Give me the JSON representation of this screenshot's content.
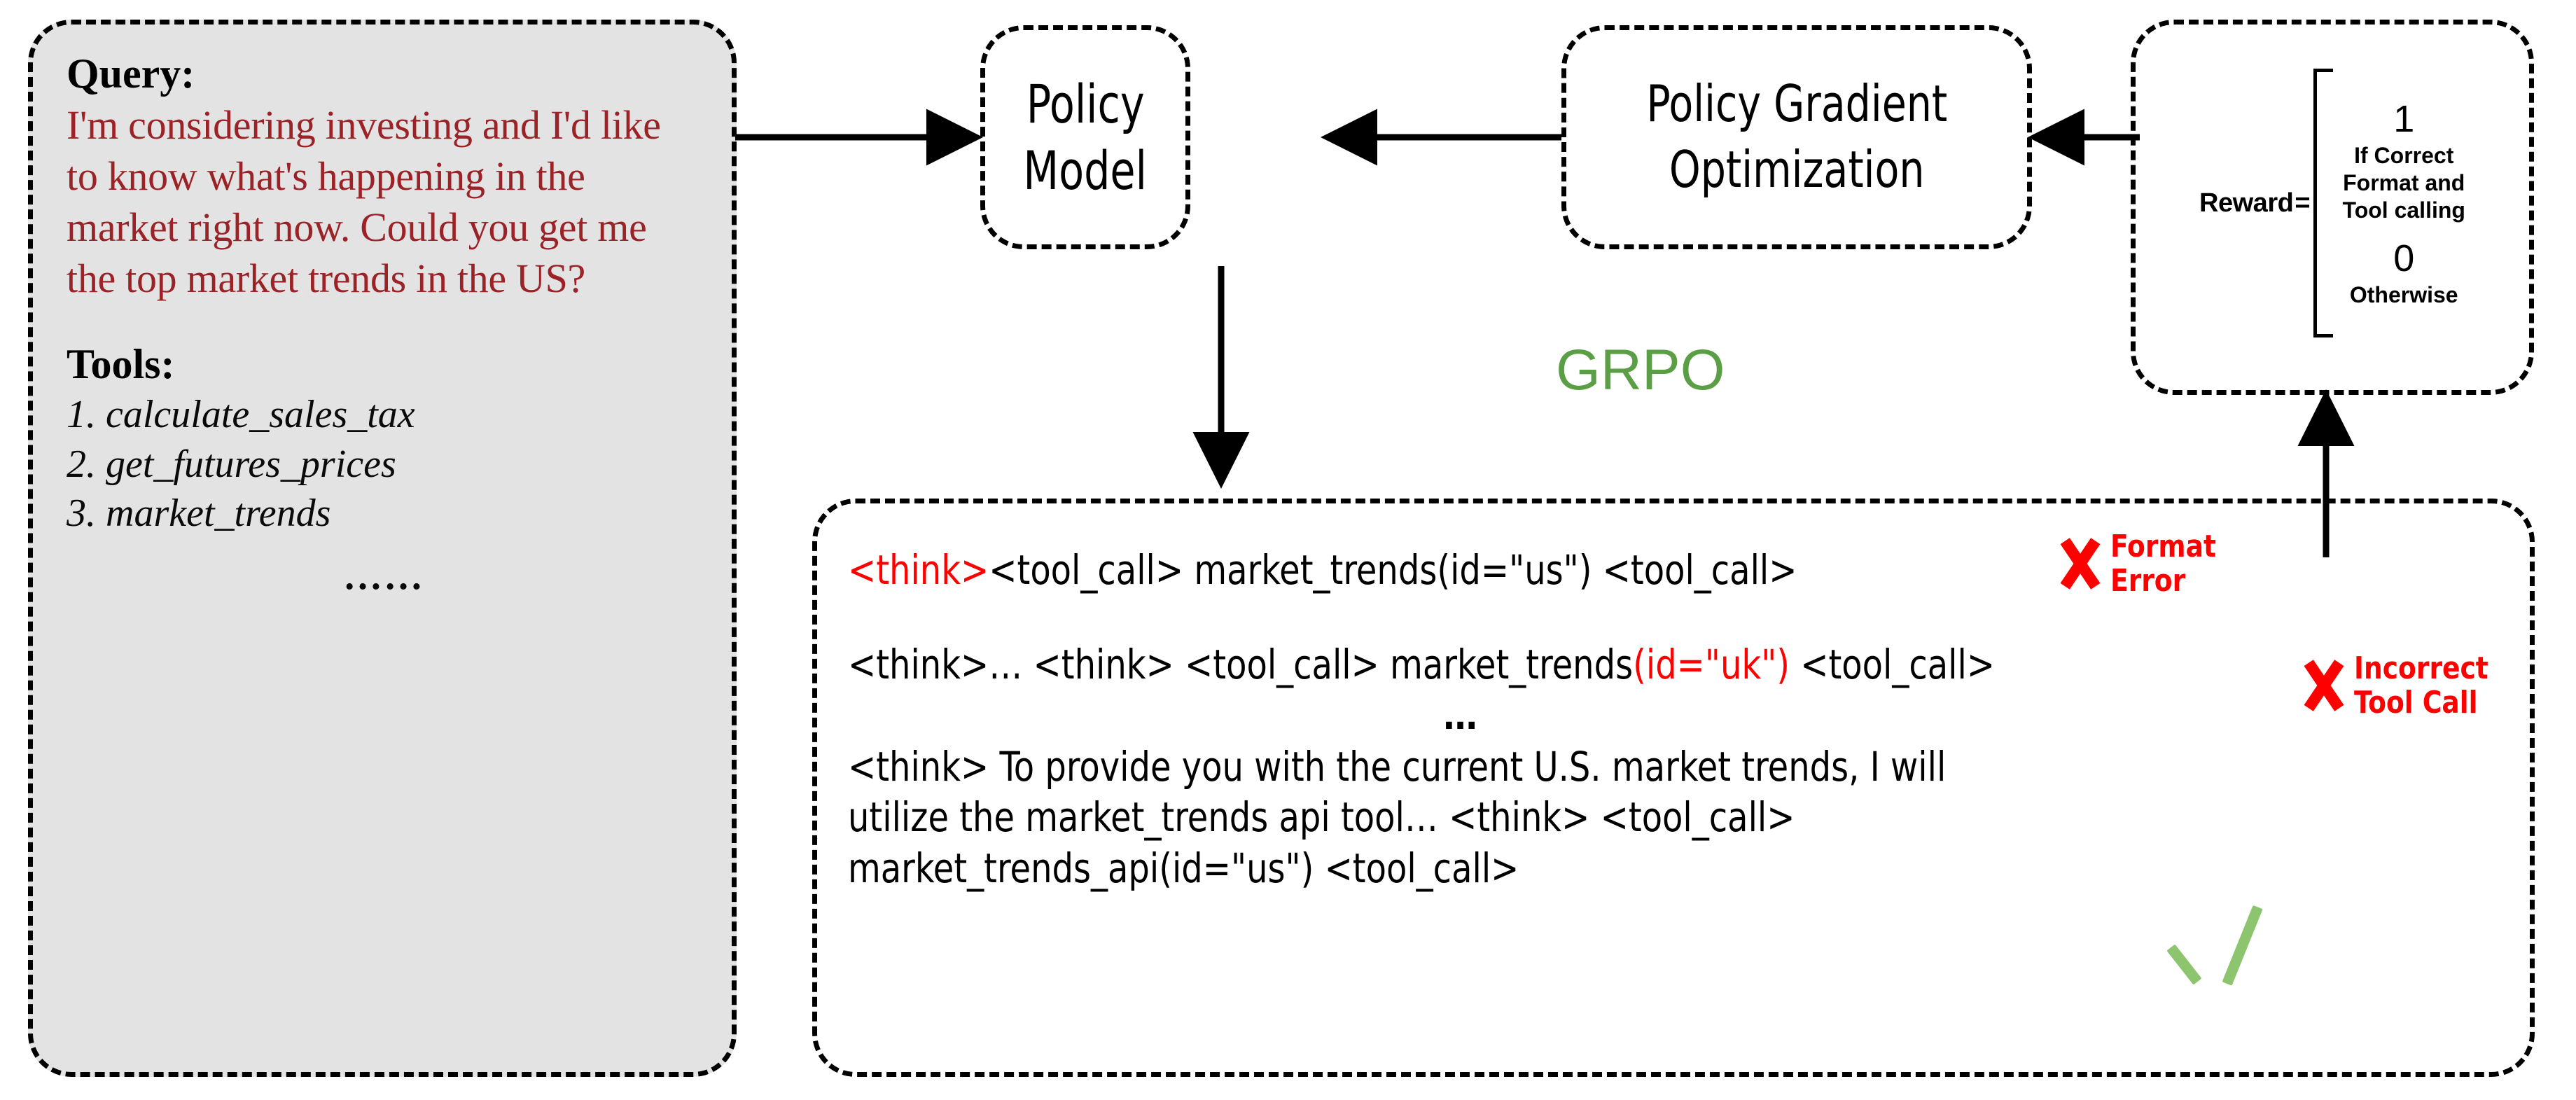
{
  "query_panel": {
    "heading": "Query:",
    "text": "I'm considering investing and I'd like to know what's happening in the market right now. Could you get me the top market trends in the US?",
    "tools_heading": "Tools:",
    "tools": [
      "1. calculate_sales_tax",
      "2. get_futures_prices",
      "3. market_trends"
    ],
    "tools_ellipsis": "……",
    "fill_color": "#e3e3e3",
    "text_color": "#9B2226"
  },
  "policy_model": {
    "line1": "Policy",
    "line2": "Model"
  },
  "policy_gradient": {
    "line1": "Policy Gradient",
    "line2": "Optimization"
  },
  "reward": {
    "label": "Reward",
    "equals": "=",
    "cases": [
      {
        "value": "1",
        "condition_line1": "If Correct",
        "condition_line2": "Format  and",
        "condition_line3": "Tool calling"
      },
      {
        "value": "0",
        "condition_line1": "Otherwise"
      }
    ]
  },
  "grpo": {
    "label": "GRPO",
    "color": "#5A9E46"
  },
  "rollouts": {
    "line1": {
      "think_tag": "<think>",
      "rest": "<tool_call> market_trends(id=\"us\") <tool_call>",
      "verdict": "wrong",
      "verdict_label_line1": "Format",
      "verdict_label_line2": "Error"
    },
    "line2": {
      "prefix": "<think>… <think> <tool_call> market_trends",
      "highlight": "(id=\"uk\")",
      "suffix": " <tool_call>",
      "verdict": "wrong",
      "verdict_label_line1": "Incorrect",
      "verdict_label_line2": "Tool Call"
    },
    "separator": "…",
    "line3": {
      "text_line1": "<think> To provide you with the current U.S. market trends, I will",
      "text_line2": "utilize the market_trends api tool… <think> <tool_call>",
      "text_line3": "market_trends_api(id=\"us\") <tool_call>",
      "verdict": "correct"
    }
  },
  "colors": {
    "error_red": "#FF0000",
    "check_green": "#8CC56E",
    "box_border": "#000000"
  },
  "icons": {
    "wrong": "x-mark-icon",
    "correct": "check-mark-icon"
  }
}
